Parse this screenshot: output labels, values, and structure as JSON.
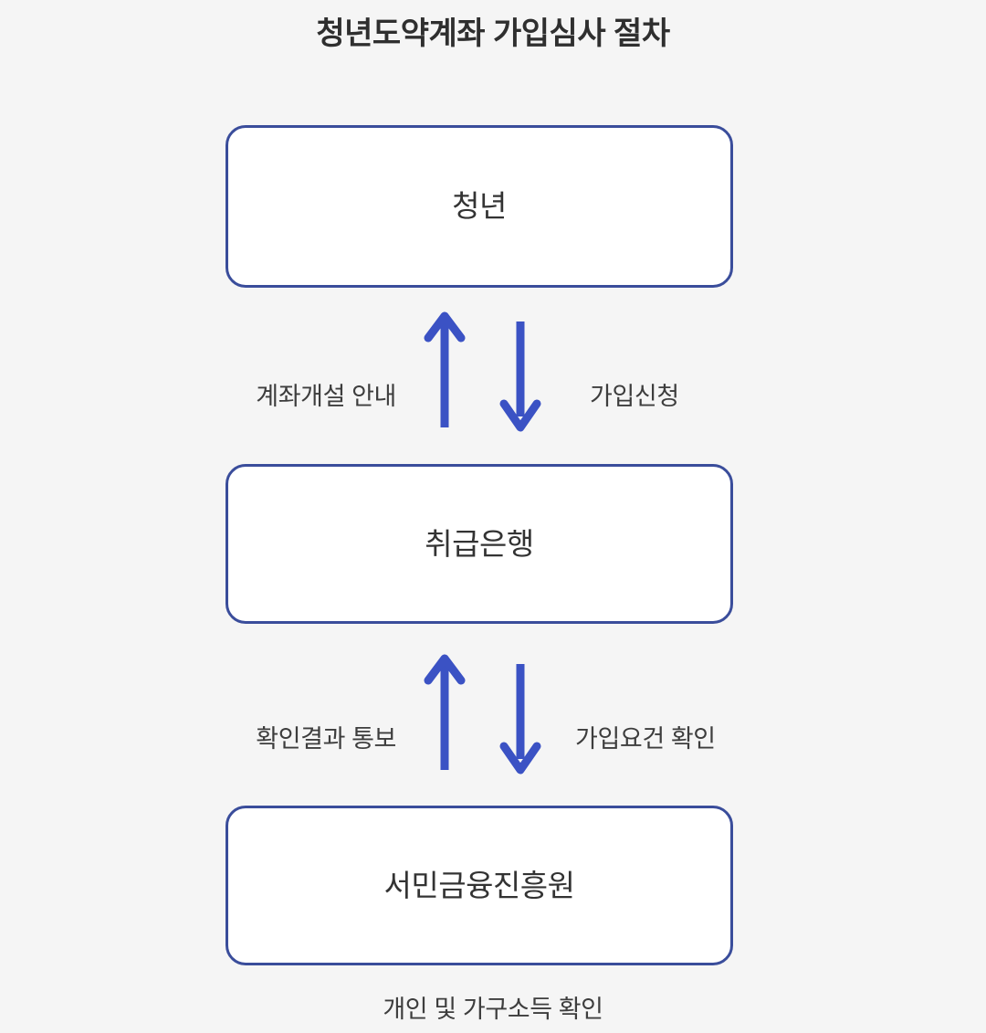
{
  "diagram": {
    "title": "청년도약계좌 가입심사 절차",
    "background_color": "#f5f5f5",
    "box_border_color": "#3a4d9b",
    "box_fill_color": "#ffffff",
    "arrow_color": "#3b52c4",
    "text_color": "#3d3d3d",
    "type": "flow",
    "nodes": [
      {
        "id": "youth",
        "label": "청년"
      },
      {
        "id": "bank",
        "label": "취급은행"
      },
      {
        "id": "agency",
        "label": "서민금융진흥원"
      }
    ],
    "edge_groups": [
      {
        "id": "youth-bank",
        "up": {
          "label": "계좌개설 안내",
          "direction": "up",
          "from": "bank",
          "to": "youth",
          "icon": "arrow-up-icon"
        },
        "down": {
          "label": "가입신청",
          "direction": "down",
          "from": "youth",
          "to": "bank",
          "icon": "arrow-down-icon"
        }
      },
      {
        "id": "bank-agency",
        "up": {
          "label": "확인결과 통보",
          "direction": "up",
          "from": "agency",
          "to": "bank",
          "icon": "arrow-up-icon"
        },
        "down": {
          "label": "가입요건 확인",
          "direction": "down",
          "from": "bank",
          "to": "agency",
          "icon": "arrow-down-icon"
        }
      }
    ],
    "footer_caption": "개인 및 가구소득 확인"
  }
}
